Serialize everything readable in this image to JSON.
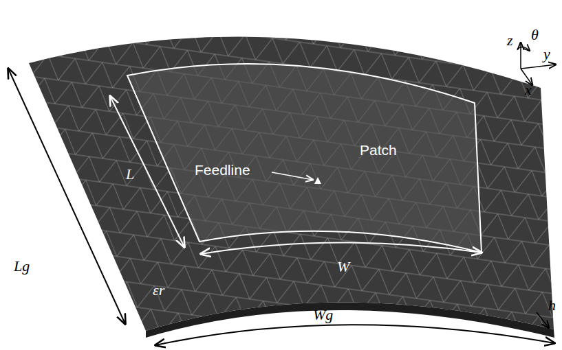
{
  "diagram": {
    "nodes": [
      {
        "text": [
          "Patch",
          "Feedline"
        ]
      }
    ],
    "labels": [
      "L",
      "W",
      "Lg",
      "Wg",
      "h",
      "εr",
      "z",
      "θ",
      "y",
      "x"
    ]
  }
}
